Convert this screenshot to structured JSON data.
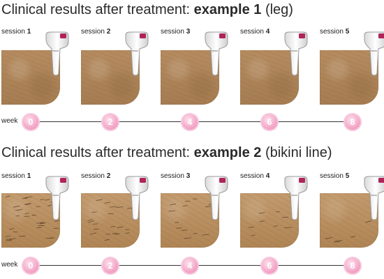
{
  "example1": {
    "title_prefix": "Clinical results after treatment: ",
    "title_bold": "example 1",
    "title_suffix": " (leg)",
    "sessions": [
      {
        "label": "session ",
        "num": "1"
      },
      {
        "label": "session ",
        "num": "2"
      },
      {
        "label": "session ",
        "num": "3"
      },
      {
        "label": "session ",
        "num": "4"
      },
      {
        "label": "session ",
        "num": "5"
      }
    ],
    "week_label": "week",
    "weeks": [
      "0",
      "2",
      "4",
      "6",
      "8"
    ]
  },
  "example2": {
    "title_prefix": "Clinical results after treatment: ",
    "title_bold": "example 2",
    "title_suffix": " (bikini line)",
    "sessions": [
      {
        "label": "session ",
        "num": "1"
      },
      {
        "label": "session ",
        "num": "2"
      },
      {
        "label": "session ",
        "num": "3"
      },
      {
        "label": "session ",
        "num": "4"
      },
      {
        "label": "session ",
        "num": "5"
      }
    ],
    "week_label": "week",
    "weeks": [
      "0",
      "2",
      "4",
      "6",
      "8"
    ]
  },
  "colors": {
    "skin_leg": "#a67d52",
    "skin_bikini": "#b08555",
    "timeline_dot": "#f3a7c8",
    "device_accent": "#b0245a"
  },
  "icons": {
    "device": "ipl-device-icon"
  }
}
